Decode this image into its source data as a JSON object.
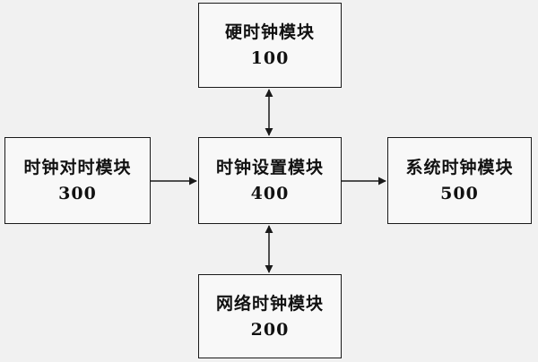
{
  "modules": {
    "hard_clock": {
      "label": "硬时钟模块",
      "number": "100"
    },
    "clock_sync": {
      "label": "时钟对时模块",
      "number": "300"
    },
    "clock_setting": {
      "label": "时钟设置模块",
      "number": "400"
    },
    "system_clock": {
      "label": "系统时钟模块",
      "number": "500"
    },
    "network_clock": {
      "label": "网络时钟模块",
      "number": "200"
    }
  },
  "colors": {
    "background": "#f1f1f1",
    "box_fill": "#f8f8f8",
    "stroke": "#1a1a1a"
  }
}
